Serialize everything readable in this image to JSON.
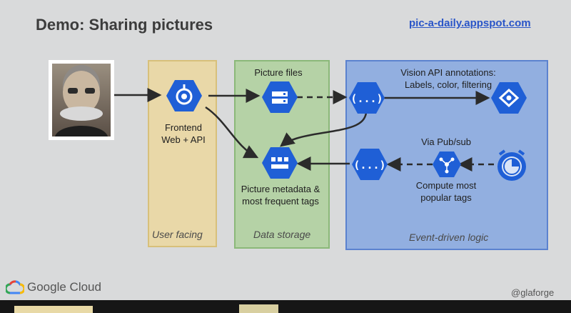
{
  "slide": {
    "title": "Demo: Sharing pictures",
    "link": "pic-a-daily.appspot.com",
    "footer_brand": "Google Cloud",
    "footer_handle": "@glaforge"
  },
  "zones": {
    "user_facing": "User facing",
    "data_storage": "Data storage",
    "event_logic": "Event-driven logic"
  },
  "nodes": {
    "frontend": [
      "Frontend",
      "Web + API"
    ],
    "picture_files": "Picture files",
    "picture_metadata": [
      "Picture metadata &",
      "most frequent tags"
    ],
    "vision_annotations": [
      "Vision API annotations:",
      "Labels, color, filtering"
    ],
    "pubsub": "Via Pub/sub",
    "compute_tags": [
      "Compute most",
      "popular tags"
    ]
  },
  "icons": {
    "frontend": "app-engine-icon",
    "picture_files": "cloud-storage-icon",
    "picture_metadata": "firestore-icon",
    "function_top": "cloud-functions-icon",
    "vision": "vision-api-icon",
    "function_bottom": "cloud-functions-icon",
    "pubsub": "pubsub-icon",
    "scheduler": "cloud-scheduler-icon"
  },
  "colors": {
    "icon_blue": "#1f5fd6",
    "user_zone": "#e9d8a8",
    "storage_zone": "#b5d2a6",
    "event_zone": "#92afe0",
    "link": "#2a55c8"
  }
}
